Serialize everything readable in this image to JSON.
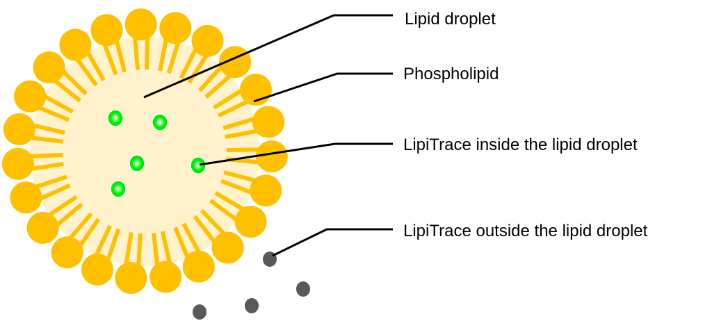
{
  "labels": {
    "lipid_droplet": "Lipid droplet",
    "phospholipid": "Phospholipid",
    "lipitrace_inside": "LipiTrace inside the lipid droplet",
    "lipitrace_outside": "LipiTrace outside the lipid droplet"
  },
  "colors": {
    "phospholipid": "#FFC000",
    "droplet_core": "#FFF2CC",
    "lipitrace_inside": "#00EE00",
    "lipitrace_outside": "#595959",
    "leader_line": "#000000"
  },
  "phospholipid_count": 23
}
